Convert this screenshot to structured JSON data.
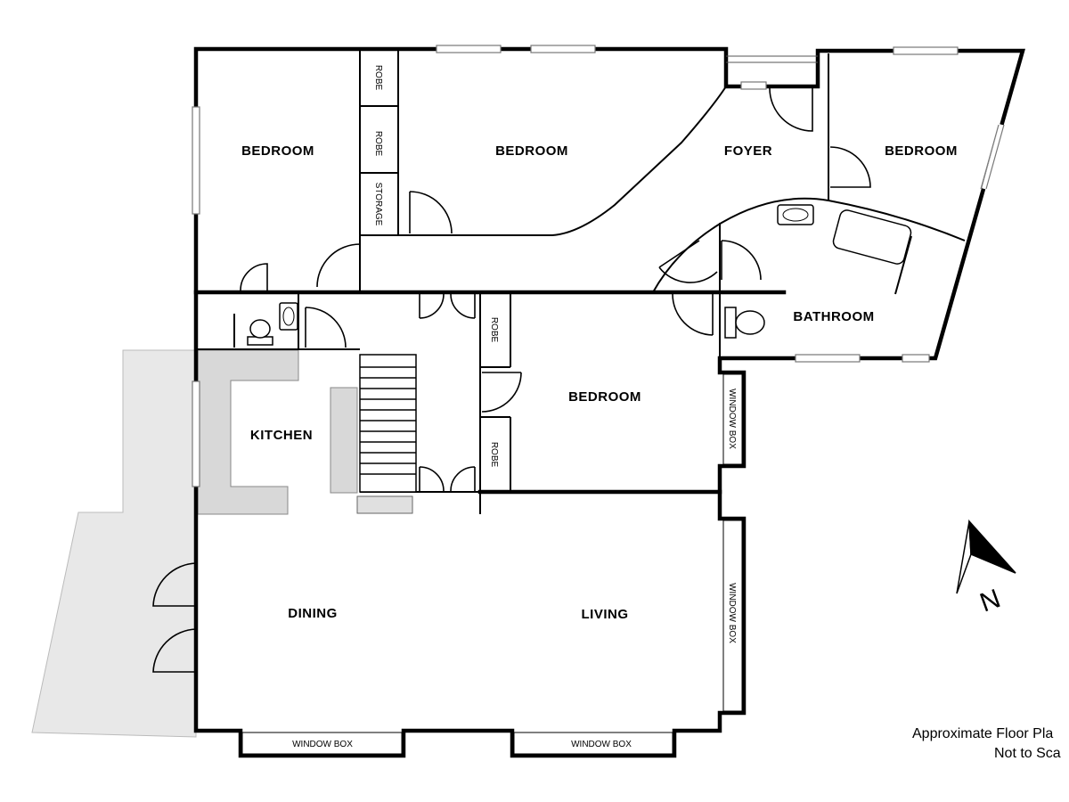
{
  "rooms": {
    "bedroom_1": "BEDROOM",
    "bedroom_2": "BEDROOM",
    "foyer": "FOYER",
    "bedroom_3": "BEDROOM",
    "bathroom": "BATHROOM",
    "kitchen": "KITCHEN",
    "bedroom_4": "BEDROOM",
    "dining": "DINING",
    "living": "LIVING"
  },
  "labels": {
    "robe_1": "ROBE",
    "robe_2": "ROBE",
    "storage": "STORAGE",
    "robe_3": "ROBE",
    "robe_4": "ROBE",
    "window_box_right_upper": "WINDOW BOX",
    "window_box_right_lower": "WINDOW BOX",
    "window_box_bottom_left": "WINDOW BOX",
    "window_box_bottom_right": "WINDOW BOX"
  },
  "compass": {
    "letter": "N"
  },
  "note": {
    "line1": "Approximate Floor Pla",
    "line2": "Not to Sca"
  },
  "colors": {
    "wall": "#000000",
    "patio": "#e8e8e8",
    "bench": "#d8d8d8"
  }
}
